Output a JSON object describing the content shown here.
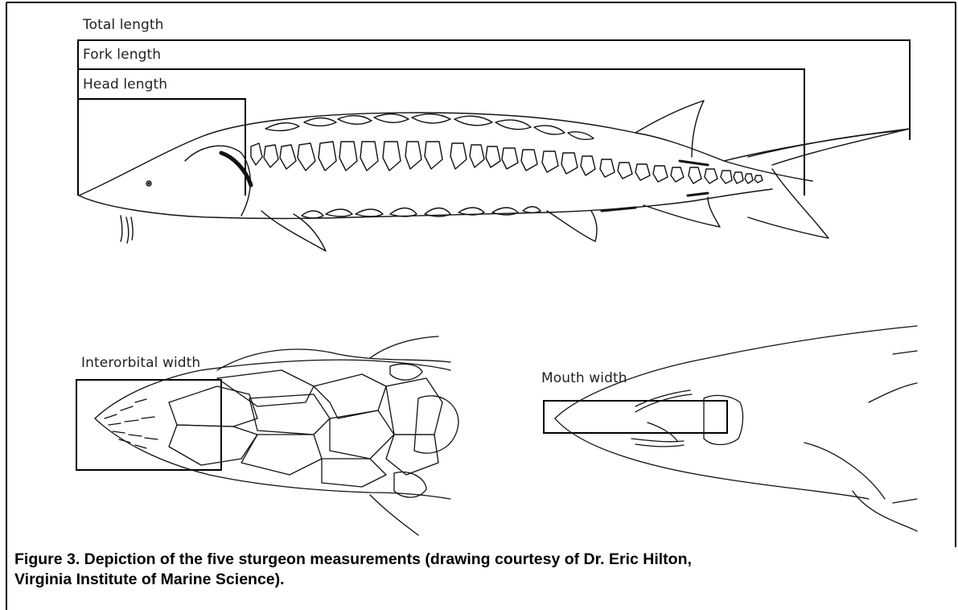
{
  "labels": {
    "total_length": "Total length",
    "fork_length": "Fork length",
    "head_length": "Head length",
    "interorbital_width": "Interorbital width",
    "mouth_width": "Mouth width"
  },
  "caption": {
    "line1": "Figure 3.  Depiction of the five sturgeon measurements (drawing courtesy of Dr. Eric Hilton,",
    "line2": "Virginia Institute of Marine Science)."
  },
  "colors": {
    "line": "#111111",
    "border": "#000000",
    "background": "#ffffff"
  }
}
